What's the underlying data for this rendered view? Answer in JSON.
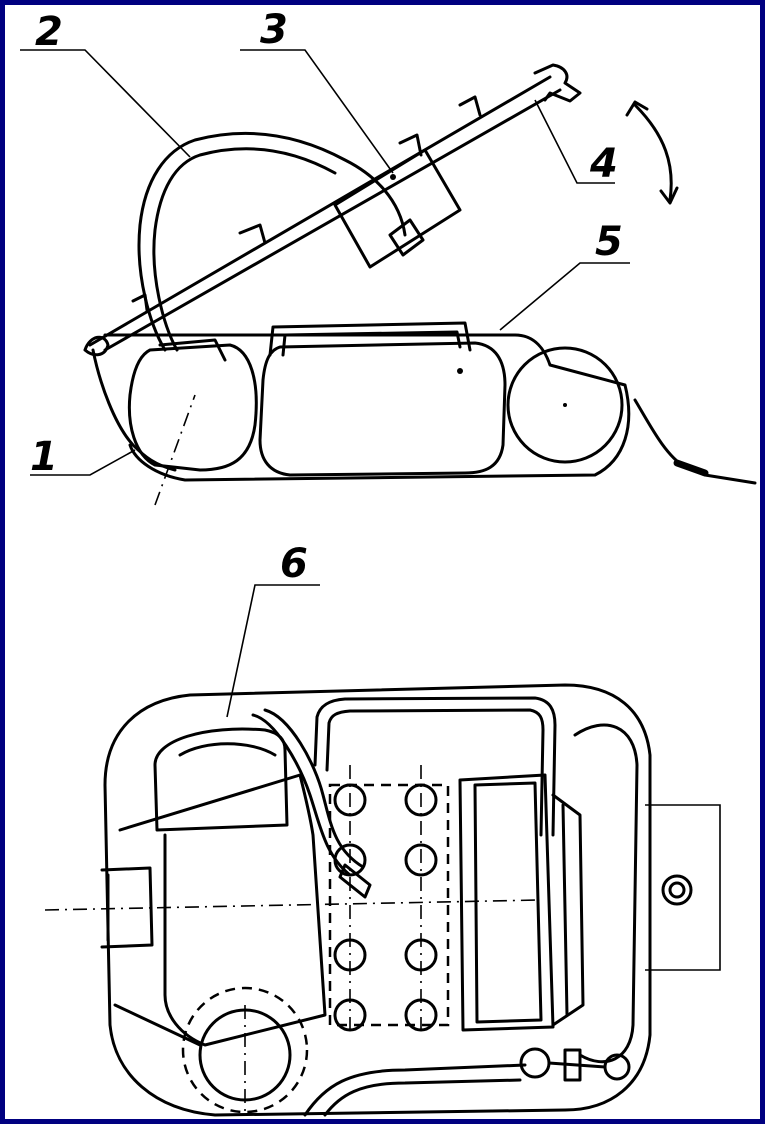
{
  "side_view": {
    "labels": [
      "1",
      "2",
      "3",
      "4",
      "5"
    ]
  },
  "top_view": {
    "labels": [
      "6"
    ]
  },
  "colors": {
    "border": "#000080",
    "background": "#ffffff",
    "ink": "#000000"
  }
}
